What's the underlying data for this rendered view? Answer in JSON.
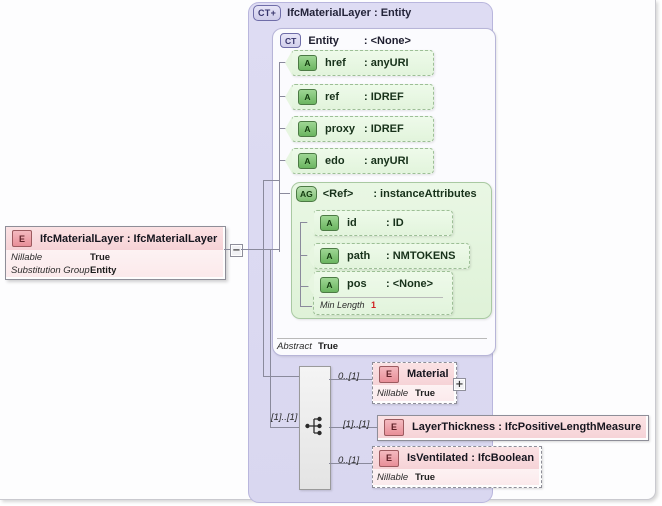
{
  "diagram": {
    "complex_type": {
      "badge": "CT+",
      "title": "IfcMaterialLayer : Entity",
      "inner": {
        "badge": "CT",
        "name": "Entity",
        "type": ": <None>",
        "abstract_label": "Abstract",
        "abstract_value": "True",
        "attributes": [
          {
            "badge": "A",
            "name": "href",
            "type": ": anyURI"
          },
          {
            "badge": "A",
            "name": "ref",
            "type": ": IDREF"
          },
          {
            "badge": "A",
            "name": "proxy",
            "type": ": IDREF"
          },
          {
            "badge": "A",
            "name": "edo",
            "type": ": anyURI"
          }
        ],
        "attribute_group": {
          "badge": "AG",
          "name": "<Ref>",
          "type": ": instanceAttributes",
          "attributes": [
            {
              "badge": "A",
              "name": "id",
              "type": ": ID"
            },
            {
              "badge": "A",
              "name": "path",
              "type": ": NMTOKENS"
            },
            {
              "badge": "A",
              "name": "pos",
              "type": ": <None>"
            }
          ],
          "facet_label": "Min Length",
          "facet_value": "1"
        }
      }
    },
    "root_element": {
      "badge": "E",
      "title": "IfcMaterialLayer : IfcMaterialLayer",
      "props": [
        {
          "key": "Nillable",
          "value": "True"
        },
        {
          "key": "Substitution Group",
          "value": "Entity"
        }
      ]
    },
    "sequence": {
      "name": "sequence-compositor",
      "cardinality": "[1]..[1]"
    },
    "children": [
      {
        "badge": "E",
        "title": "Material",
        "cardinality": "0..[1]",
        "prop_key": "Nillable",
        "prop_value": "True",
        "required": false,
        "expandable": true,
        "expand_glyph": "+"
      },
      {
        "badge": "E",
        "title": "LayerThickness : IfcPositiveLengthMeasure",
        "cardinality": "[1]..[1]",
        "prop_key": "",
        "prop_value": "",
        "required": true,
        "expandable": false,
        "expand_glyph": ""
      },
      {
        "badge": "E",
        "title": "IsVentilated : IfcBoolean",
        "cardinality": "0..[1]",
        "prop_key": "Nillable",
        "prop_value": "True",
        "required": false,
        "expandable": false,
        "expand_glyph": ""
      }
    ],
    "collapse_toggle": {
      "glyph": "−"
    }
  }
}
